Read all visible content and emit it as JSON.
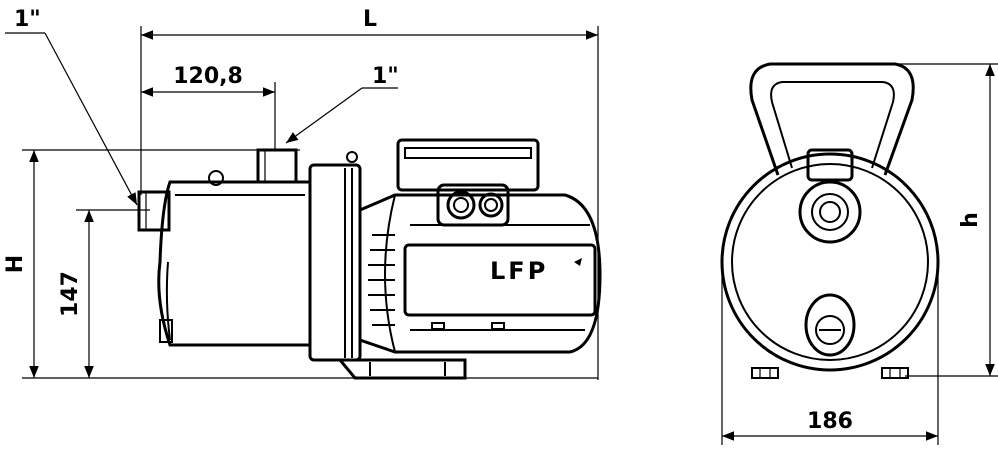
{
  "side_view": {
    "thread_inlet_label": "1\"",
    "thread_outlet_label": "1\"",
    "length_label": "L",
    "outlet_offset_label": "120,8",
    "height_label": "H",
    "axis_height_label": "147",
    "logo_text": "LFP"
  },
  "front_view": {
    "height_label": "h",
    "width_label": "186"
  }
}
